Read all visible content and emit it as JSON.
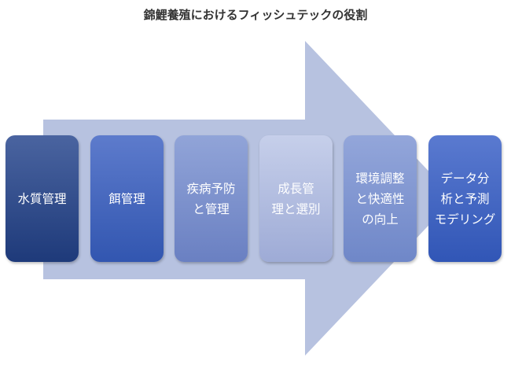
{
  "title": "錦鯉養殖におけるフィッシュテックの役割",
  "colors": {
    "arrow": "#b7c2e0"
  },
  "steps": [
    {
      "label": "水質管理",
      "top": "#4a64a0",
      "bottom": "#1e3a7a"
    },
    {
      "label": "餌管理",
      "top": "#5d7bcc",
      "bottom": "#3256b0"
    },
    {
      "label": "疾病予防\nと管理",
      "top": "#91a4d8",
      "bottom": "#6a80c2"
    },
    {
      "label": "成長管\n理と選別",
      "top": "#c6cfea",
      "bottom": "#9eabd6"
    },
    {
      "label": "環境調整\nと快適性\nの向上",
      "top": "#93a6da",
      "bottom": "#6f87c8"
    },
    {
      "label": "データ分\n析と予測\nモデリング",
      "top": "#5a7ad0",
      "bottom": "#3156b6"
    }
  ]
}
